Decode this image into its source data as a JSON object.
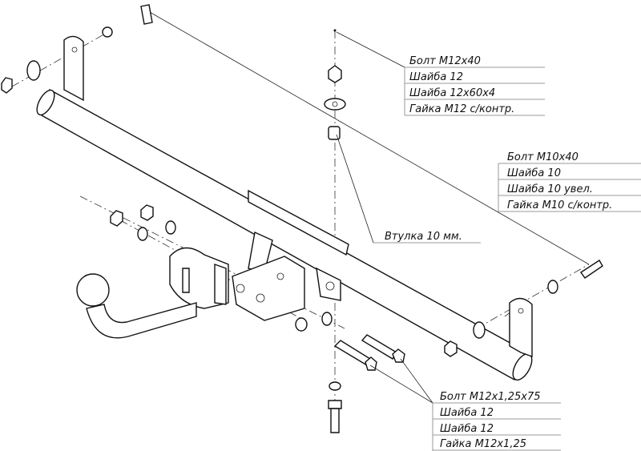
{
  "title": "Towbar exploded assembly diagram",
  "callouts": {
    "top_fasteners": [
      "Болт М12х40",
      "Шайба 12",
      "Шайба 12х60х4",
      "Гайка М12 с/контр."
    ],
    "side_fasteners": [
      "Болт М10х40",
      "Шайба 10",
      "Шайба 10 увел.",
      "Гайка М10 с/контр."
    ],
    "bushing": "Втулка 10 мм.",
    "bottom_fasteners": [
      "Болт М12х1,25х75",
      "Шайба 12",
      "Шайба 12",
      "Гайка М12х1,25"
    ]
  },
  "colors": {
    "line": "#111111",
    "divider": "#999999",
    "background": "#ffffff"
  }
}
